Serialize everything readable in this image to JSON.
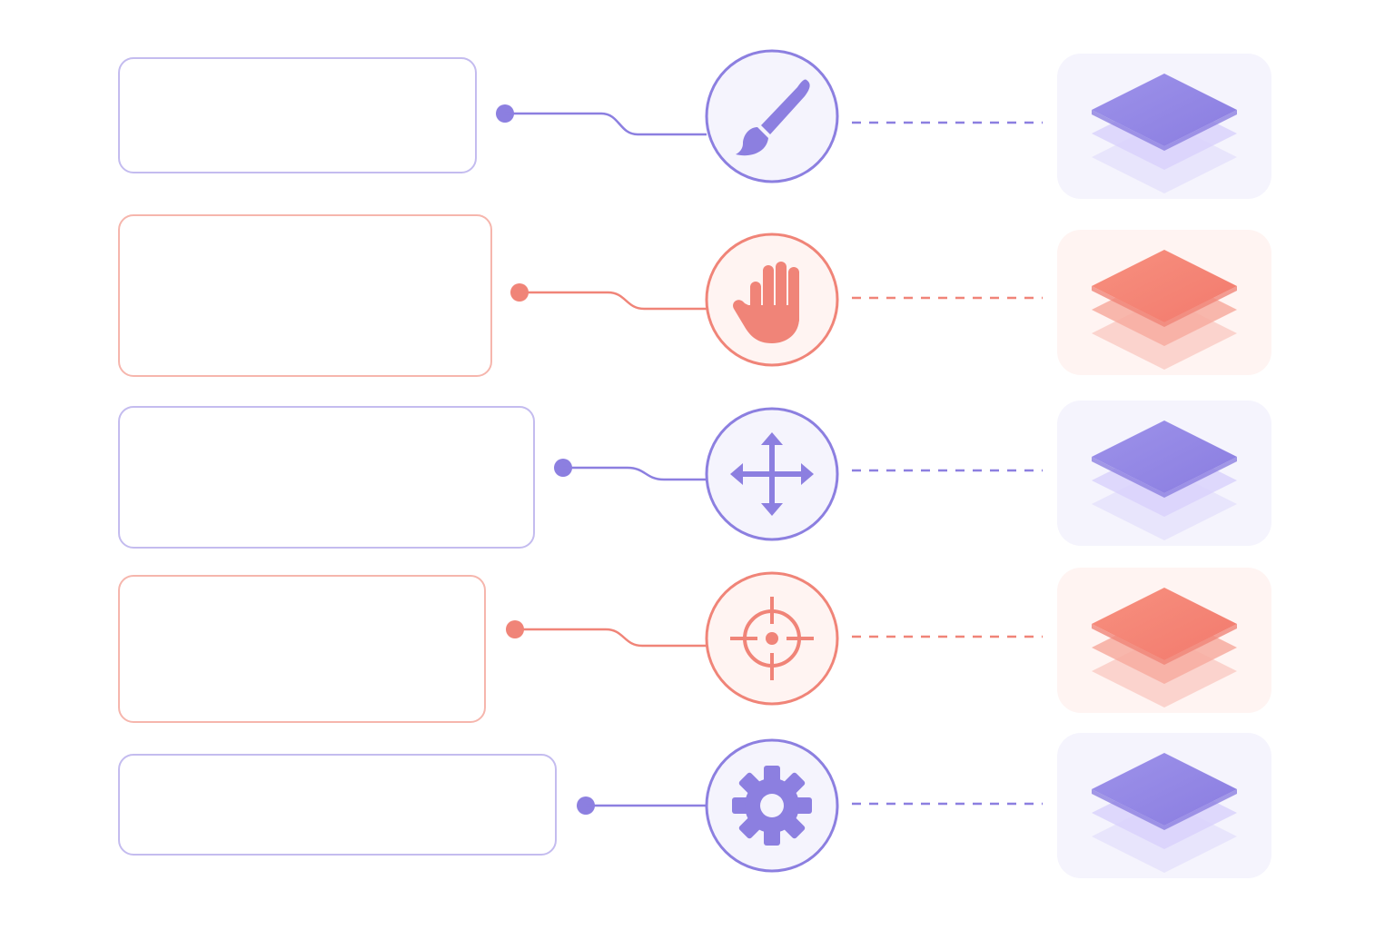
{
  "colors": {
    "purple": "#8c7fe0",
    "purple_light": "#d9d2fb",
    "purple_panel": "#f5f4fd",
    "coral": "#f08478",
    "coral_light": "#f7aba0",
    "coral_panel": "#fff4f2",
    "key_white": "#f3f3f3",
    "key_edge": "#d3d3d3"
  },
  "rows": [
    {
      "id": "brush",
      "theme": "purple",
      "icon": "paintbrush-icon",
      "layout": "single-row",
      "keys": [
        "hl",
        "w",
        "w",
        "w",
        "w"
      ]
    },
    {
      "id": "hand",
      "theme": "coral",
      "icon": "hand-stop-icon",
      "layout": "two-rows-staggered",
      "keys": [
        "w",
        "w",
        "w",
        "w",
        "w",
        "hl",
        "hl",
        "hl",
        "w",
        "w"
      ]
    },
    {
      "id": "move",
      "theme": "purple",
      "icon": "move-arrows-icon",
      "layout": "row-with-spacebar",
      "keys": [
        "w",
        "w",
        "w",
        "w",
        "w",
        "w",
        "space-hl"
      ]
    },
    {
      "id": "target",
      "theme": "coral",
      "icon": "crosshair-icon",
      "layout": "inverted-t",
      "keys": [
        "w-partial",
        "w",
        "hl",
        "w",
        "w-partial",
        "hl",
        "hl",
        "hl"
      ]
    },
    {
      "id": "settings",
      "theme": "purple",
      "icon": "gear-icon",
      "layout": "single-row",
      "keys": [
        "w",
        "w",
        "w",
        "w",
        "hl",
        "hl"
      ]
    }
  ]
}
